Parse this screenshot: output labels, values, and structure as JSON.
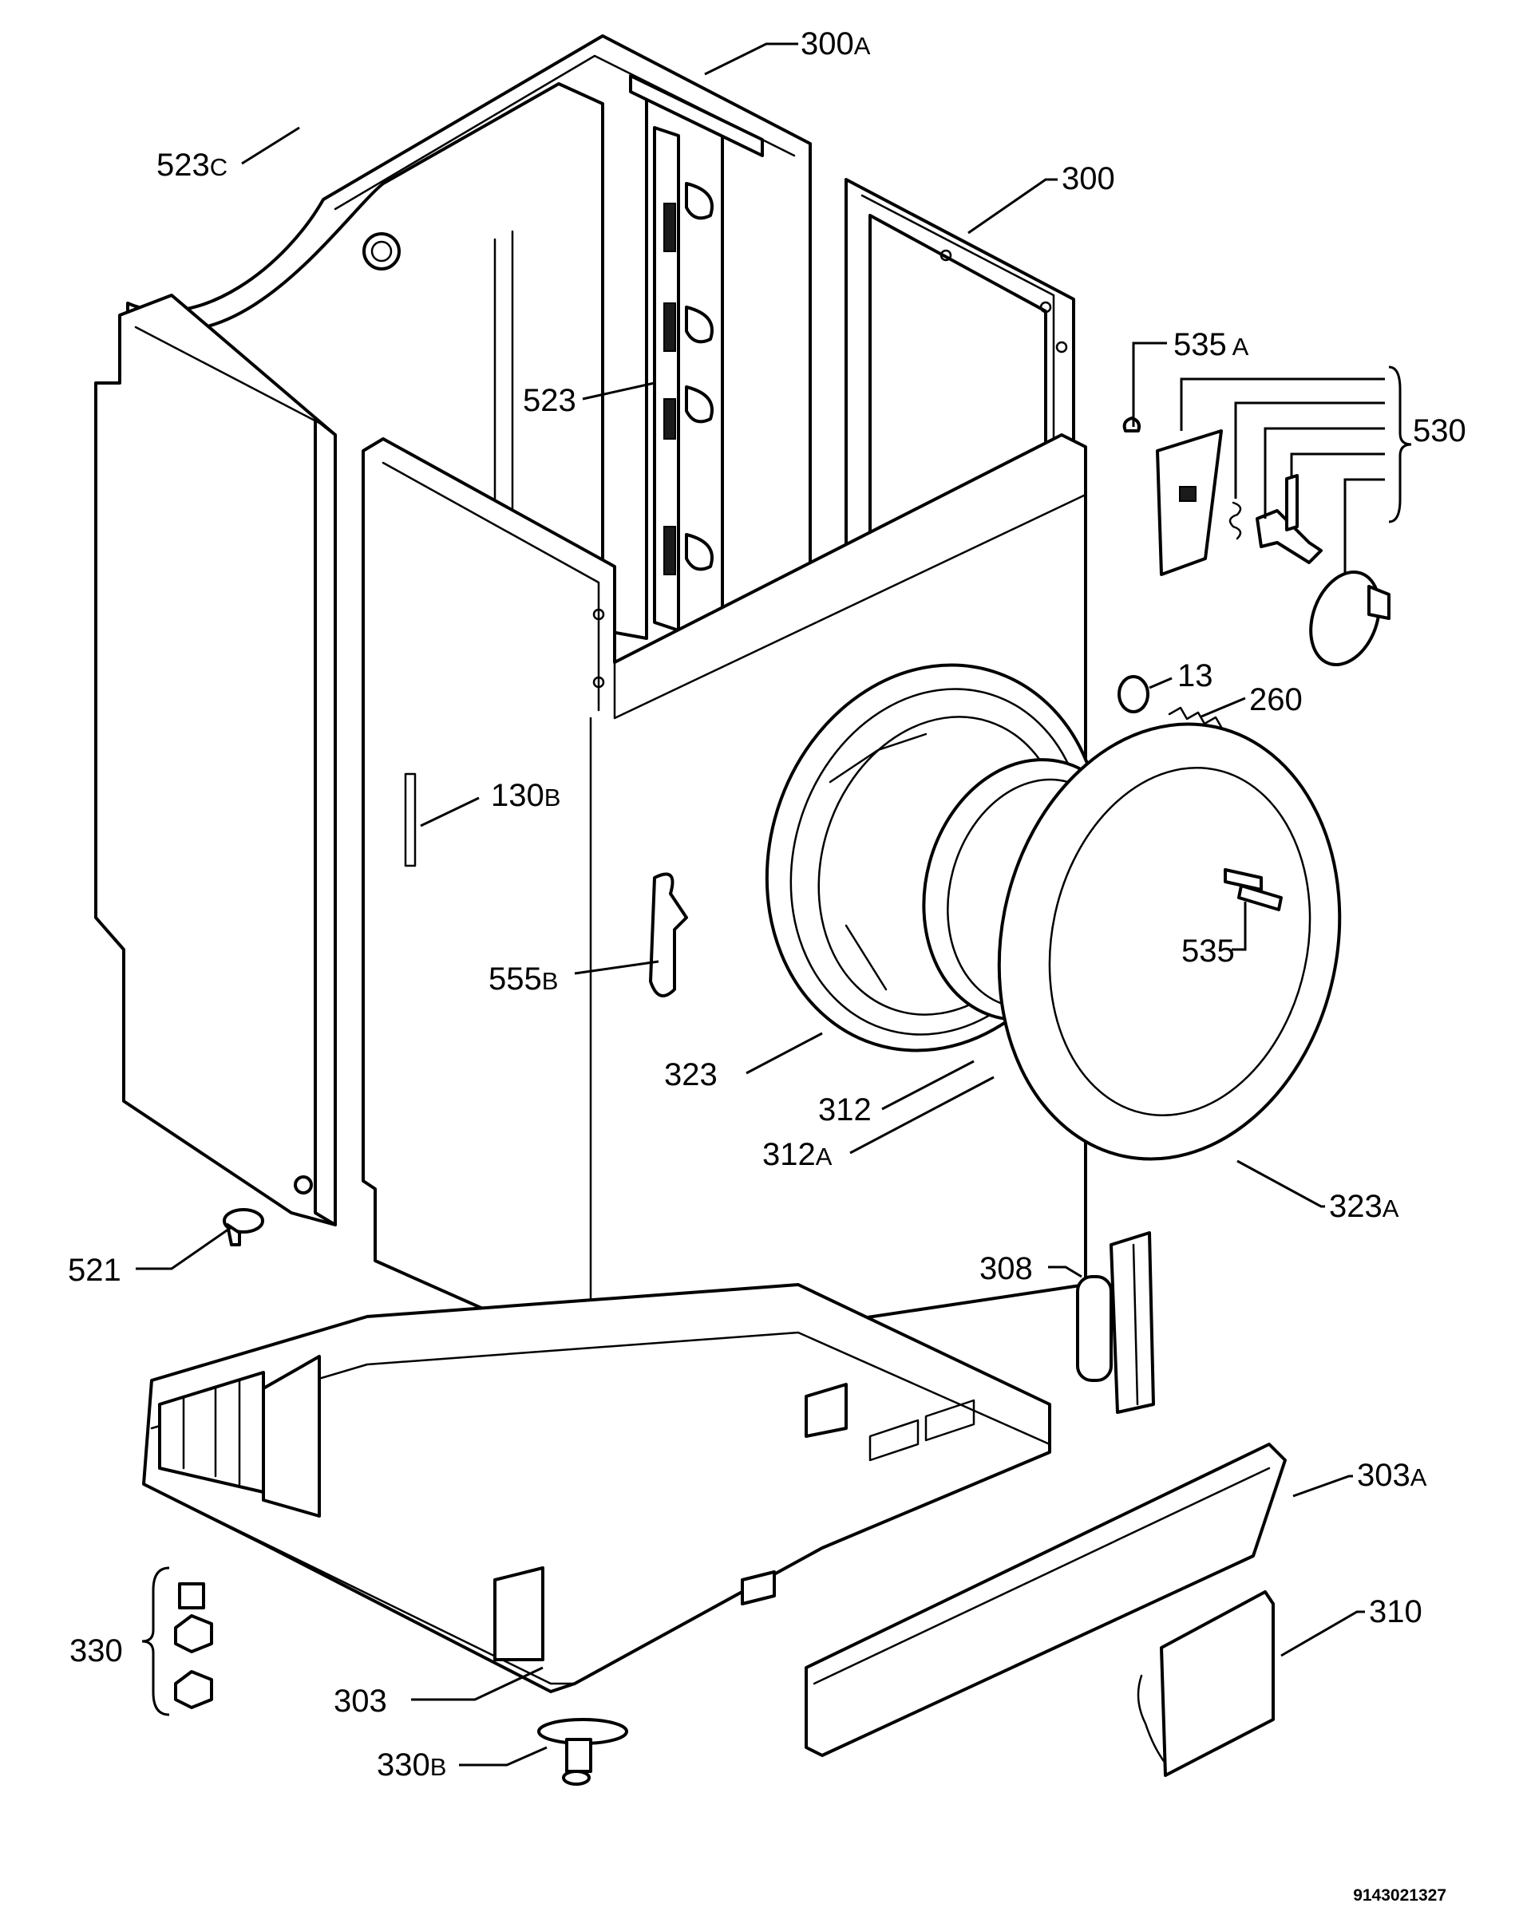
{
  "callouts": [
    {
      "id": "300A",
      "main": "300",
      "suffix": "A"
    },
    {
      "id": "523C",
      "main": "523",
      "suffix": "C"
    },
    {
      "id": "300",
      "main": "300",
      "suffix": ""
    },
    {
      "id": "535A",
      "main": "535",
      "suffix": " A"
    },
    {
      "id": "530",
      "main": "530",
      "suffix": ""
    },
    {
      "id": "523",
      "main": "523",
      "suffix": ""
    },
    {
      "id": "13",
      "main": "13",
      "suffix": ""
    },
    {
      "id": "260",
      "main": "260",
      "suffix": ""
    },
    {
      "id": "130B",
      "main": "130",
      "suffix": "B"
    },
    {
      "id": "535",
      "main": "535",
      "suffix": ""
    },
    {
      "id": "555B",
      "main": "555",
      "suffix": "B"
    },
    {
      "id": "323",
      "main": "323",
      "suffix": ""
    },
    {
      "id": "312",
      "main": "312",
      "suffix": ""
    },
    {
      "id": "312A",
      "main": "312",
      "suffix": "A"
    },
    {
      "id": "323A",
      "main": "323",
      "suffix": "A"
    },
    {
      "id": "521",
      "main": "521",
      "suffix": ""
    },
    {
      "id": "308",
      "main": "308",
      "suffix": ""
    },
    {
      "id": "303A",
      "main": "303",
      "suffix": "A"
    },
    {
      "id": "310",
      "main": "310",
      "suffix": ""
    },
    {
      "id": "330",
      "main": "330",
      "suffix": ""
    },
    {
      "id": "303",
      "main": "303",
      "suffix": ""
    },
    {
      "id": "330B",
      "main": "330",
      "suffix": "B"
    }
  ],
  "document_number": "9143021327"
}
